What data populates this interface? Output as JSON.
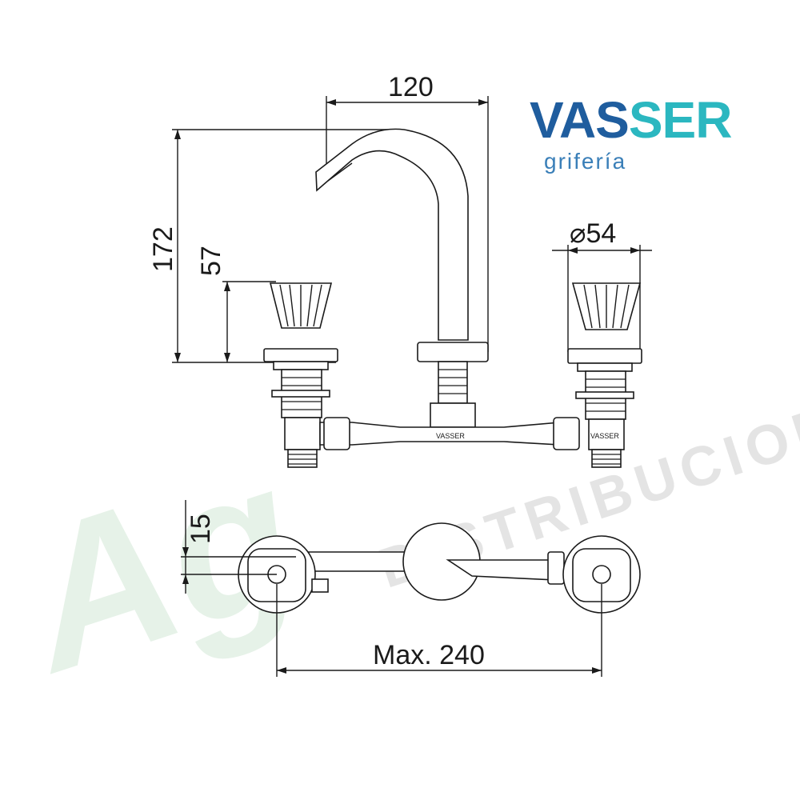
{
  "brand": {
    "name_part1": "VAS",
    "name_part2": "SER",
    "tagline": "grifería",
    "color_primary": "#1f5d9e",
    "color_accent": "#2bb7c0"
  },
  "watermark": {
    "main_text": "Ag",
    "sub_text": "DISTRIBUCIONES",
    "color_main": "#e6f2e8",
    "color_sub": "#e4e4e4"
  },
  "dimensions": {
    "width_spout": "120",
    "height_total": "172",
    "height_handle": "57",
    "diameter_handle": "⌀54",
    "depth": "15",
    "max_spacing": "Max. 240"
  },
  "labels": {
    "body_mark": "VASSER"
  }
}
